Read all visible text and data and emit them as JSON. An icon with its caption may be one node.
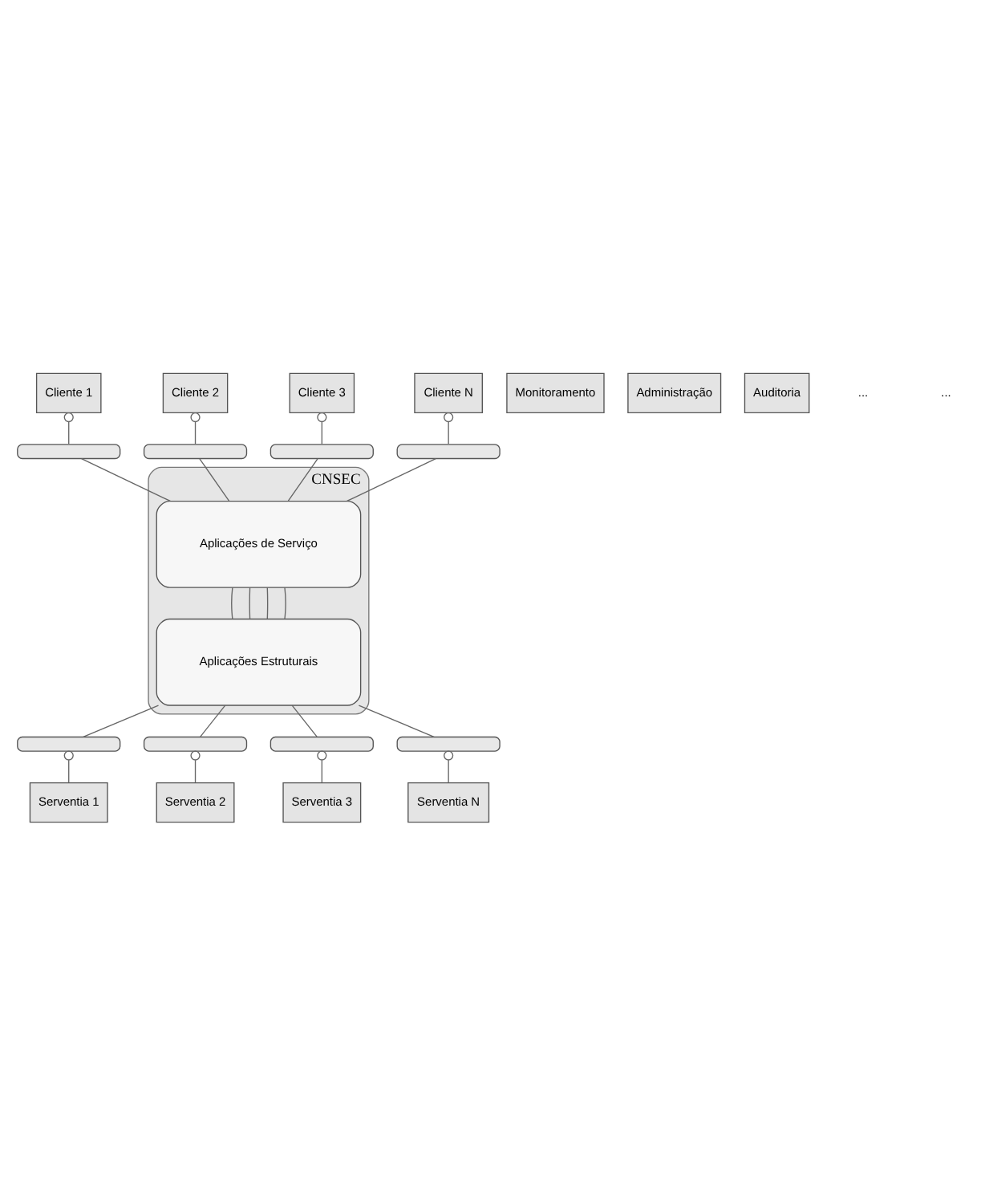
{
  "diagram": {
    "nodes": [
      {
        "text": [
          "CNSEC"
        ]
      },
      {
        "text": [
          "Cliente 1"
        ]
      },
      {
        "text": [
          "Cliente 2"
        ]
      },
      {
        "text": [
          "Cliente 3"
        ]
      },
      {
        "text": [
          "Cliente N"
        ]
      },
      {
        "text": [],
        "shape": "bar"
      },
      {
        "text": [],
        "shape": "bar"
      },
      {
        "text": [],
        "shape": "bar"
      },
      {
        "text": [],
        "shape": "bar"
      },
      {
        "text": [
          "Aplicações de Serviço"
        ],
        "in": 0
      },
      {
        "text": [
          "Aplicações Estruturais"
        ],
        "in": 0
      },
      {
        "text": [],
        "shape": "bar"
      },
      {
        "text": [],
        "shape": "bar"
      },
      {
        "text": [],
        "shape": "bar"
      },
      {
        "text": [],
        "shape": "bar"
      },
      {
        "text": [
          "Serventia 1"
        ]
      },
      {
        "text": [
          "Serventia 2"
        ]
      },
      {
        "text": [
          "Serventia 3"
        ]
      },
      {
        "text": [
          "Serventia N"
        ]
      },
      {
        "text": [
          "Monitoramento"
        ]
      },
      {
        "text": [
          "Administração"
        ]
      },
      {
        "text": [
          "Auditoria"
        ]
      }
    ],
    "edges": [
      {
        "from": 1,
        "to": 5,
        "arrow": "other"
      },
      {
        "from": 2,
        "to": 6,
        "arrow": "other"
      },
      {
        "from": 3,
        "to": 7,
        "arrow": "other"
      },
      {
        "from": 4,
        "to": 8,
        "arrow": "other"
      },
      {
        "from": 5,
        "to": 9,
        "arrow": "none"
      },
      {
        "from": 6,
        "to": 9,
        "arrow": "none"
      },
      {
        "from": 7,
        "to": 9,
        "arrow": "none"
      },
      {
        "from": 8,
        "to": 9,
        "arrow": "none"
      },
      {
        "from": 9,
        "to": 10,
        "arrow": "none"
      },
      {
        "from": 9,
        "to": 10,
        "arrow": "none"
      },
      {
        "from": 9,
        "to": 10,
        "arrow": "none"
      },
      {
        "from": 9,
        "to": 10,
        "arrow": "none"
      },
      {
        "from": 10,
        "to": 11,
        "arrow": "none"
      },
      {
        "from": 10,
        "to": 12,
        "arrow": "none"
      },
      {
        "from": 10,
        "to": 13,
        "arrow": "none"
      },
      {
        "from": 10,
        "to": 14,
        "arrow": "none"
      },
      {
        "from": 11,
        "to": 15,
        "arrow": "other"
      },
      {
        "from": 12,
        "to": 16,
        "arrow": "other"
      },
      {
        "from": 13,
        "to": 17,
        "arrow": "other"
      },
      {
        "from": 14,
        "to": 18,
        "arrow": "other"
      }
    ],
    "labels": [
      "...",
      "..."
    ]
  }
}
